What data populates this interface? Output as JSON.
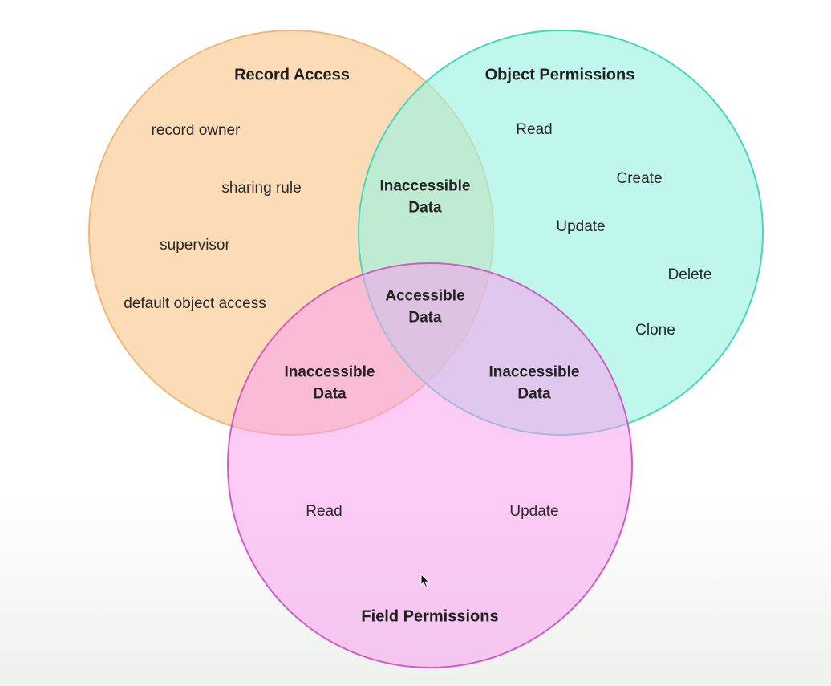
{
  "colors": {
    "record_access": "#fbd3a4",
    "object_permissions": "#9ef2e4",
    "field_permissions": "#f7a0ee",
    "record_access_stroke": "#f0b878",
    "object_permissions_stroke": "#46d8bd",
    "field_permissions_stroke": "#cf5ec4"
  },
  "circles": {
    "record_access": {
      "title": "Record Access",
      "items": [
        "record owner",
        "sharing rule",
        "supervisor",
        "default object access"
      ]
    },
    "object_permissions": {
      "title": "Object Permissions",
      "items": [
        "Read",
        "Create",
        "Update",
        "Delete",
        "Clone"
      ]
    },
    "field_permissions": {
      "title": "Field Permissions",
      "items": [
        "Read",
        "Update"
      ]
    }
  },
  "regions": {
    "record_object": [
      "Inaccessible",
      "Data"
    ],
    "center": [
      "Accessible",
      "Data"
    ],
    "record_field": [
      "Inaccessible",
      "Data"
    ],
    "object_field": [
      "Inaccessible",
      "Data"
    ]
  },
  "cursor_icon": "mouse-pointer-icon"
}
